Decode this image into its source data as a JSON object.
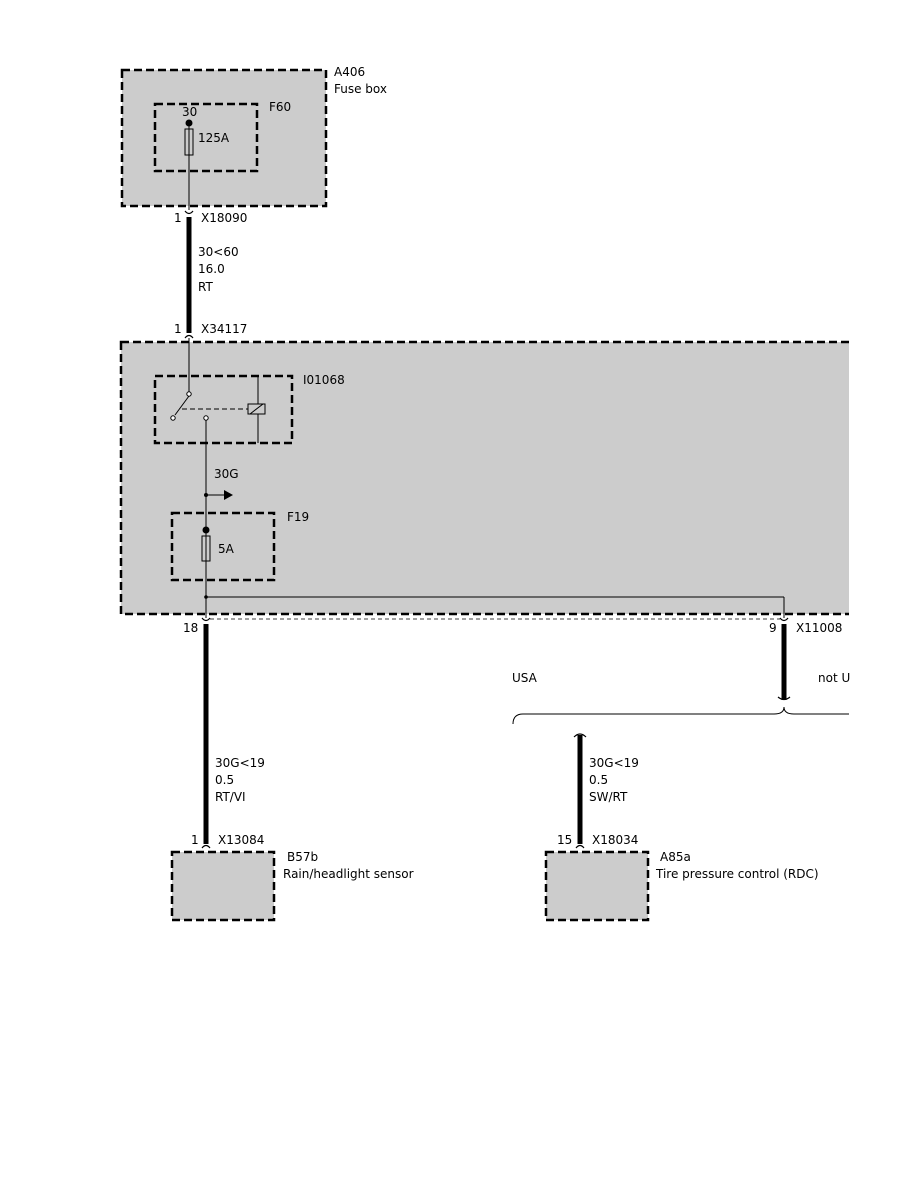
{
  "components": {
    "a406": {
      "id": "A406",
      "name": "Fuse box"
    },
    "f60": {
      "id": "F60",
      "pin": "30",
      "rating": "125A"
    },
    "relay_box": {
      "relay_id": "I01068",
      "tap_label": "30G"
    },
    "f19": {
      "id": "F19",
      "rating": "5A"
    },
    "b57b": {
      "id": "B57b",
      "name": "Rain/headlight sensor"
    },
    "a85a": {
      "id": "A85a",
      "name": "Tire pressure control (RDC)"
    }
  },
  "connectors": {
    "x18090": {
      "pin": "1",
      "id": "X18090"
    },
    "x34117": {
      "pin": "1",
      "id": "X34117"
    },
    "x11008_left": {
      "pin": "18"
    },
    "x11008_right": {
      "pin": "9",
      "id": "X11008"
    },
    "x13084": {
      "pin": "1",
      "id": "X13084"
    },
    "x18034": {
      "pin": "15",
      "id": "X18034"
    }
  },
  "wires": {
    "main": {
      "signal": "30<60",
      "size": "16.0",
      "color": "RT"
    },
    "sensor": {
      "signal": "30G<19",
      "size": "0.5",
      "color": "RT/VI"
    },
    "rdc": {
      "signal": "30G<19",
      "size": "0.5",
      "color": "SW/RT"
    }
  },
  "variants": {
    "usa": "USA",
    "not_usa": "not U"
  }
}
